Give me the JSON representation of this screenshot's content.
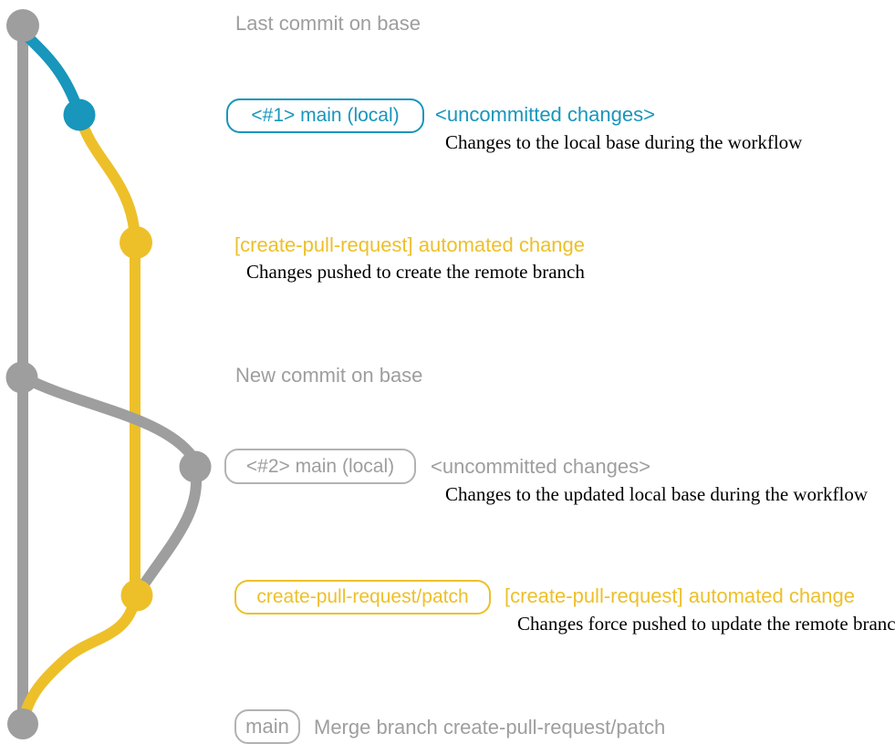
{
  "colors": {
    "gray": "#9e9e9e",
    "teal": "#1896bb",
    "yellow": "#edc02a",
    "desc_text": "#000000",
    "background": "#ffffff"
  },
  "diagram": {
    "type": "git-graph",
    "branches": [
      {
        "name": "base (main remote)",
        "color": "#9e9e9e"
      },
      {
        "name": "main (local)",
        "color": "#1896bb"
      },
      {
        "name": "create-pull-request/patch",
        "color": "#edc02a"
      }
    ],
    "commits": [
      {
        "name": "last-commit-on-base",
        "branch": "base",
        "color": "#9e9e9e"
      },
      {
        "name": "uncommitted-changes-1",
        "branch": "main (local)",
        "color": "#1896bb"
      },
      {
        "name": "automated-change-1",
        "branch": "create-pull-request/patch",
        "color": "#edc02a"
      },
      {
        "name": "new-commit-on-base",
        "branch": "base",
        "color": "#9e9e9e"
      },
      {
        "name": "uncommitted-changes-2",
        "branch": "main (local)",
        "color": "#9e9e9e"
      },
      {
        "name": "automated-change-2",
        "branch": "create-pull-request/patch",
        "color": "#edc02a"
      },
      {
        "name": "merge-commit",
        "branch": "base",
        "color": "#9e9e9e"
      }
    ]
  },
  "annotations": {
    "last_commit_title": "Last commit on base",
    "branch1_badge": "<#1> main (local)",
    "branch1_heading": "<uncommitted changes>",
    "branch1_desc": "Changes to the local base during the workflow",
    "cpr1_heading": "[create-pull-request] automated change",
    "cpr1_desc": "Changes pushed to create the remote branch",
    "new_commit_title": "New commit on base",
    "branch2_badge": "<#2> main (local)",
    "branch2_heading": "<uncommitted changes>",
    "branch2_desc": "Changes to the updated local base during the workflow",
    "patch_badge": "create-pull-request/patch",
    "cpr2_heading": "[create-pull-request] automated change",
    "cpr2_desc": "Changes force pushed to update the remote branch",
    "merge_badge": "main",
    "merge_title": "Merge branch create-pull-request/patch"
  }
}
